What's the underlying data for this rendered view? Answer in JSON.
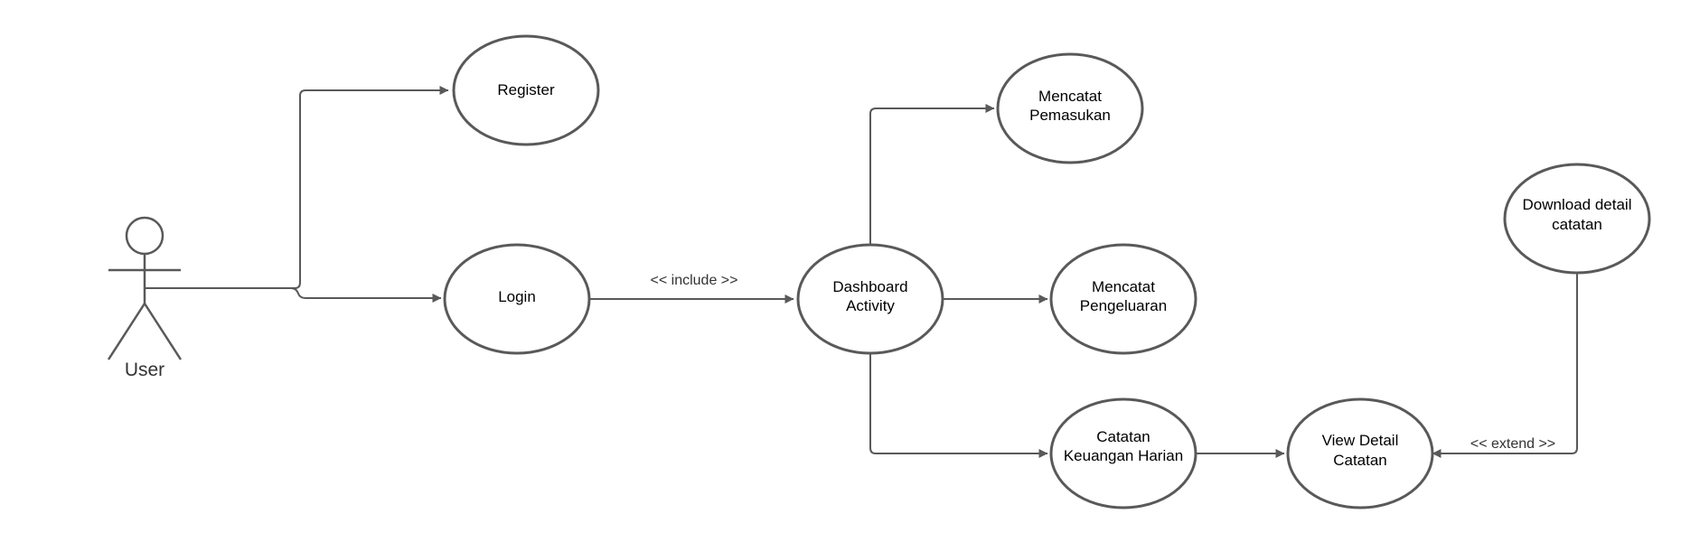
{
  "diagram": {
    "actor": {
      "label": "User"
    },
    "use_cases": {
      "register": "Register",
      "login": "Login",
      "dashboard": [
        "Dashboard",
        "Activity"
      ],
      "pemasukan": [
        "Mencatat",
        "Pemasukan"
      ],
      "pengeluaran": [
        "Mencatat",
        "Pengeluaran"
      ],
      "catatan": [
        "Catatan",
        "Keuangan Harian"
      ],
      "view": [
        "View Detail",
        "Catatan"
      ],
      "download": [
        "Download detail",
        "catatan"
      ]
    },
    "relations": {
      "include": "<< include >>",
      "extend": "<< extend >>"
    },
    "colors": {
      "line": "#595959",
      "text": "#000000",
      "background": "#ffffff"
    }
  }
}
